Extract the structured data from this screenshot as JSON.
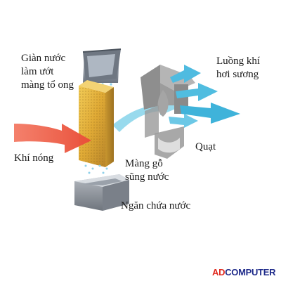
{
  "labels": {
    "water_distributor": [
      "Giàn nước",
      "làm ướt",
      "màng tổ ong"
    ],
    "cool_air": [
      "Luồng khí",
      "hơi sương"
    ],
    "fan": "Quạt",
    "hot_air": "Khí nóng",
    "wet_pad": [
      "Màng gỗ",
      "sũng nước"
    ],
    "water_tray": "Ngăn chứa nước"
  },
  "logo": {
    "part1": "AD",
    "part2": "COMPUTER"
  },
  "colors": {
    "hot_air_arrow": "#f0634c",
    "cool_air_arrow": "#5fc4e2",
    "pad_yellow": "#e2b23c",
    "fan_housing": "#9a9a9a",
    "tray": "#8c8c8c",
    "logo_red": "#e02b20",
    "logo_blue": "#1e2a8a"
  }
}
